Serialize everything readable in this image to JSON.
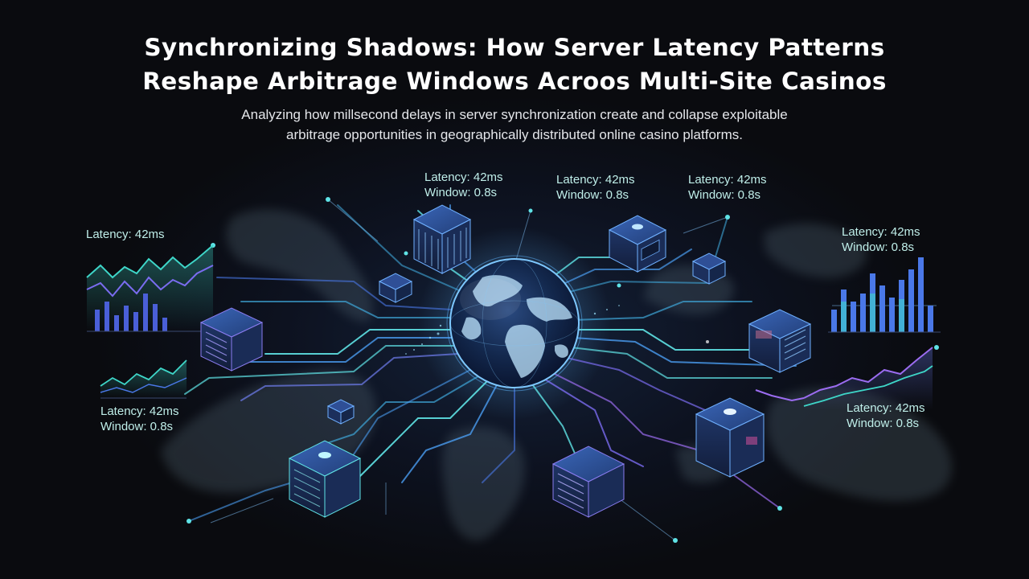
{
  "title": {
    "line1": "Synchronizing Shadows: How Server Latency Patterns",
    "line2": "Reshape Arbitrage Windows Acroos Multi-Site Casinos"
  },
  "subtitle": {
    "line1": "Analyzing how millsecond delays in server synchronization create and collapse exploitable",
    "line2": "arbitrage opportunities in geographically distributed online casino platforms."
  },
  "labels": {
    "top_left": {
      "latency": "Latency: 42ms",
      "window": "Window: 0.8s"
    },
    "top_center": {
      "latency": "Latency: 42ms",
      "window": "Window: 0.8s"
    },
    "top_right": {
      "latency": "Latency: 42ms",
      "window": "Window: 0.8s"
    },
    "far_right": {
      "latency": "Latency: 42ms",
      "window": "Window: 0.8s"
    },
    "left_chart": {
      "latency": "Latency: 42ms"
    },
    "left_lower": {
      "latency": "Latency: 42ms",
      "window": "Window: 0.8s"
    },
    "right_lower": {
      "latency": "Latency: 42ms",
      "window": "Window: 0.8s"
    }
  },
  "colors": {
    "accent_cyan": "#5fe3e6",
    "accent_blue": "#4a78e8",
    "accent_purple": "#9b6cf0",
    "background": "#0b0c10"
  },
  "icons": [
    "globe-icon",
    "server-icon",
    "line-chart-icon",
    "bar-chart-icon",
    "world-map-silhouette"
  ]
}
